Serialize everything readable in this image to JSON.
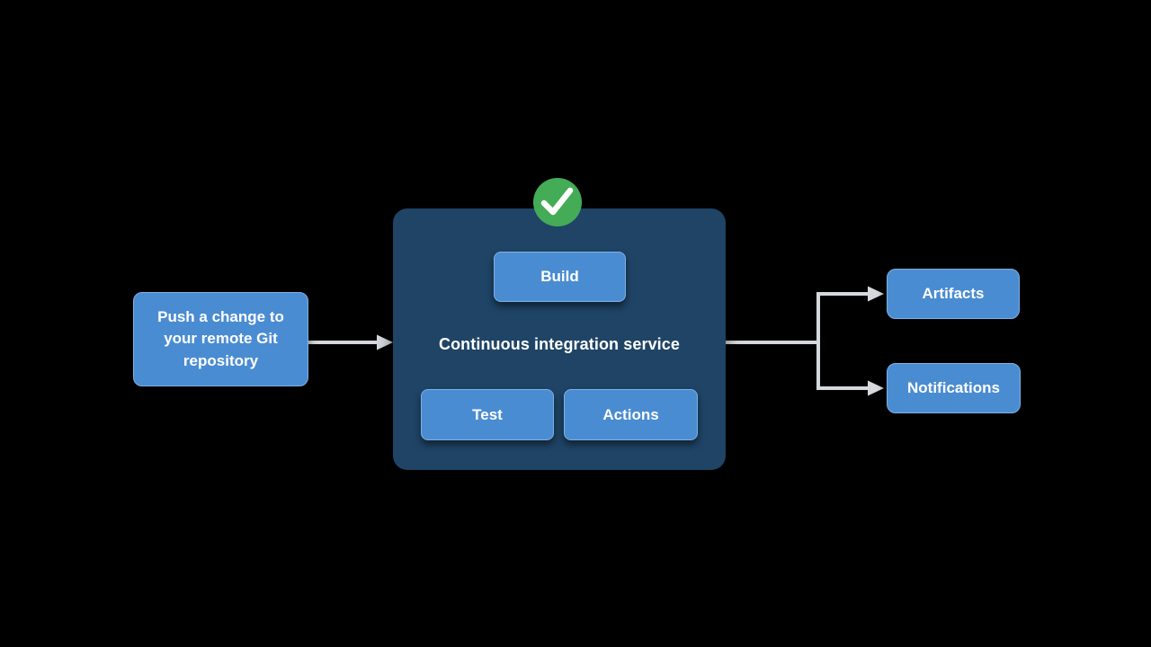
{
  "diagram": {
    "source_node": {
      "label": "Push a change to your remote Git repository"
    },
    "service_panel": {
      "title": "Continuous integration service",
      "status_icon": "check-circle-icon",
      "buttons": [
        {
          "label": "Build"
        },
        {
          "label": "Test"
        },
        {
          "label": "Actions"
        }
      ]
    },
    "outputs": [
      {
        "label": "Artifacts"
      },
      {
        "label": "Notifications"
      }
    ],
    "colors": {
      "background": "#000000",
      "node_fill": "#4a8cd2",
      "node_border": "#7fb1e3",
      "panel_fill": "#1f4466",
      "arrow": "#d5d9de",
      "success_green": "#44ab57",
      "text": "#ffffff"
    }
  }
}
